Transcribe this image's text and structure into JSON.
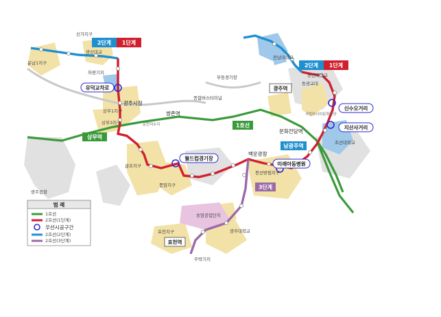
{
  "labels": {
    "sinka": "신가지구",
    "gwangsin": "광신대교",
    "unnam1": "운남1지구",
    "charyang": "차량기지",
    "sangmu1": "상무1지구",
    "sangmu3": "상무3지구",
    "gwangjusicheong": "광주시청",
    "ssangchon": "쌍촌역",
    "unchun": "운천저수지",
    "terminal": "종합버스터미널",
    "airport_runway": "부동경기장",
    "jeonnam_univ": "전남대학교",
    "dongshin_univ": "동신대학교",
    "dong_gyo": "동광교대",
    "munhwa_st": "문화전당역",
    "asia_culture": "국립아시아문화전당",
    "joseon_univ": "조선대학교",
    "baegun": "백운광장",
    "bongseon": "봉선방림지구",
    "geumho": "금호지구",
    "pungam": "풍암지구",
    "songam": "송암공업단지",
    "hyocheon_district": "효천지구",
    "gwangju_univ": "광주대학교",
    "jubak": "주박기지",
    "gwangju_airport": "광주공항"
  },
  "pills": {
    "yudeok": "유덕교차로",
    "worldcup": "월드컵경기장",
    "sinsu": "신수오거리",
    "jisan": "지산사거리",
    "mirae": "미래아동병원"
  },
  "stations": {
    "sangmu": "상무역",
    "line1": "1호선",
    "gwangju": "광주역",
    "namgwangju": "남광주역",
    "stage3": "3단계",
    "hyocheon": "효천역"
  },
  "stage_tags": {
    "west_stage2": "2단계",
    "west_stage1": "1단계",
    "east_stage2": "2단계",
    "east_stage1": "1단계"
  },
  "legend": {
    "title": "범 례",
    "items": [
      "1호선",
      "2호선(1단계)",
      "우선시공구간",
      "2호선(2단계)",
      "2호선(3단계)"
    ]
  },
  "colors": {
    "line1": "#3a9a3a",
    "stage1": "#d0202e",
    "stage2": "#1e8fd0",
    "stage3": "#9a6aa8",
    "priority": "#2a2ad0",
    "district": "#f3e2a8",
    "industrial": "#e8c4e0",
    "lake": "#9fc8ea",
    "base_gray": "#d8d8d8"
  }
}
